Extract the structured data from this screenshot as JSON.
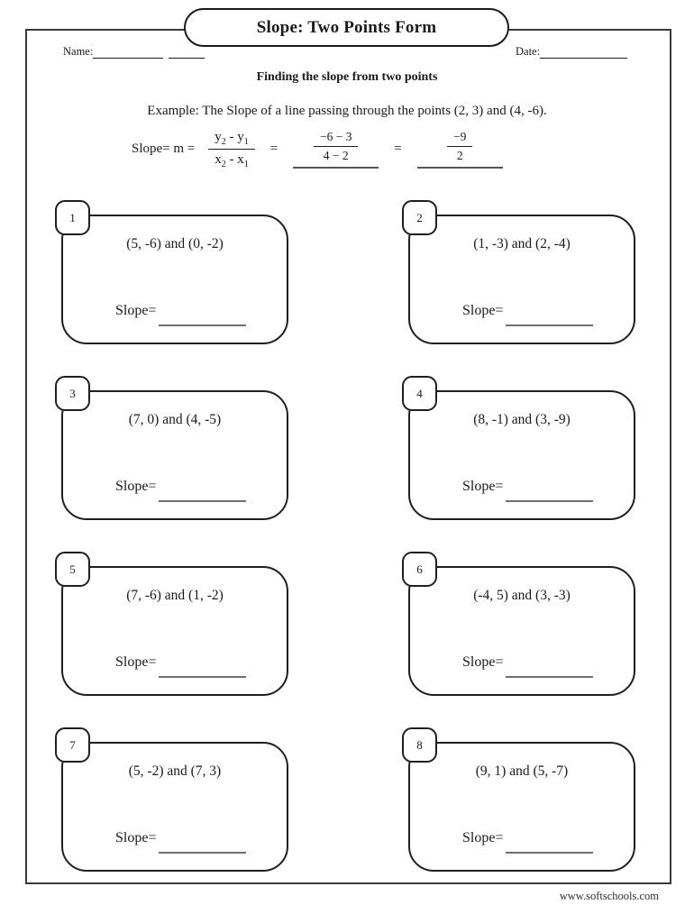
{
  "header": {
    "title": "Slope: Two Points Form",
    "name_label": "Name:",
    "date_label": "Date:",
    "subtitle": "Finding the slope from two points"
  },
  "example": {
    "text": "Example: The Slope of a line passing through the points (2, 3) and (4, -6).",
    "formula": {
      "lead": "Slope= m =",
      "equals": "=",
      "general": {
        "num": [
          "y",
          "2",
          " - y",
          "1"
        ],
        "den": [
          "x",
          "2",
          " - x",
          "1"
        ]
      },
      "step1": {
        "num": "−6 − 3",
        "den": "4 − 2"
      },
      "step2": {
        "num": "−9",
        "den": "2"
      }
    }
  },
  "problems": {
    "slope_label": "Slope=",
    "items": [
      {
        "number": "1",
        "points": "(5, -6) and (0, -2)"
      },
      {
        "number": "2",
        "points": "(1, -3) and (2, -4)"
      },
      {
        "number": "3",
        "points": "(7, 0) and (4, -5)"
      },
      {
        "number": "4",
        "points": "(8, -1) and (3, -9)"
      },
      {
        "number": "5",
        "points": "(7, -6) and (1, -2)"
      },
      {
        "number": "6",
        "points": "(-4, 5) and (3, -3)"
      },
      {
        "number": "7",
        "points": "(5, -2) and (7, 3)"
      },
      {
        "number": "8",
        "points": "(9, 1) and (5, -7)"
      }
    ]
  },
  "footer": {
    "site": "www.softschools.com"
  }
}
